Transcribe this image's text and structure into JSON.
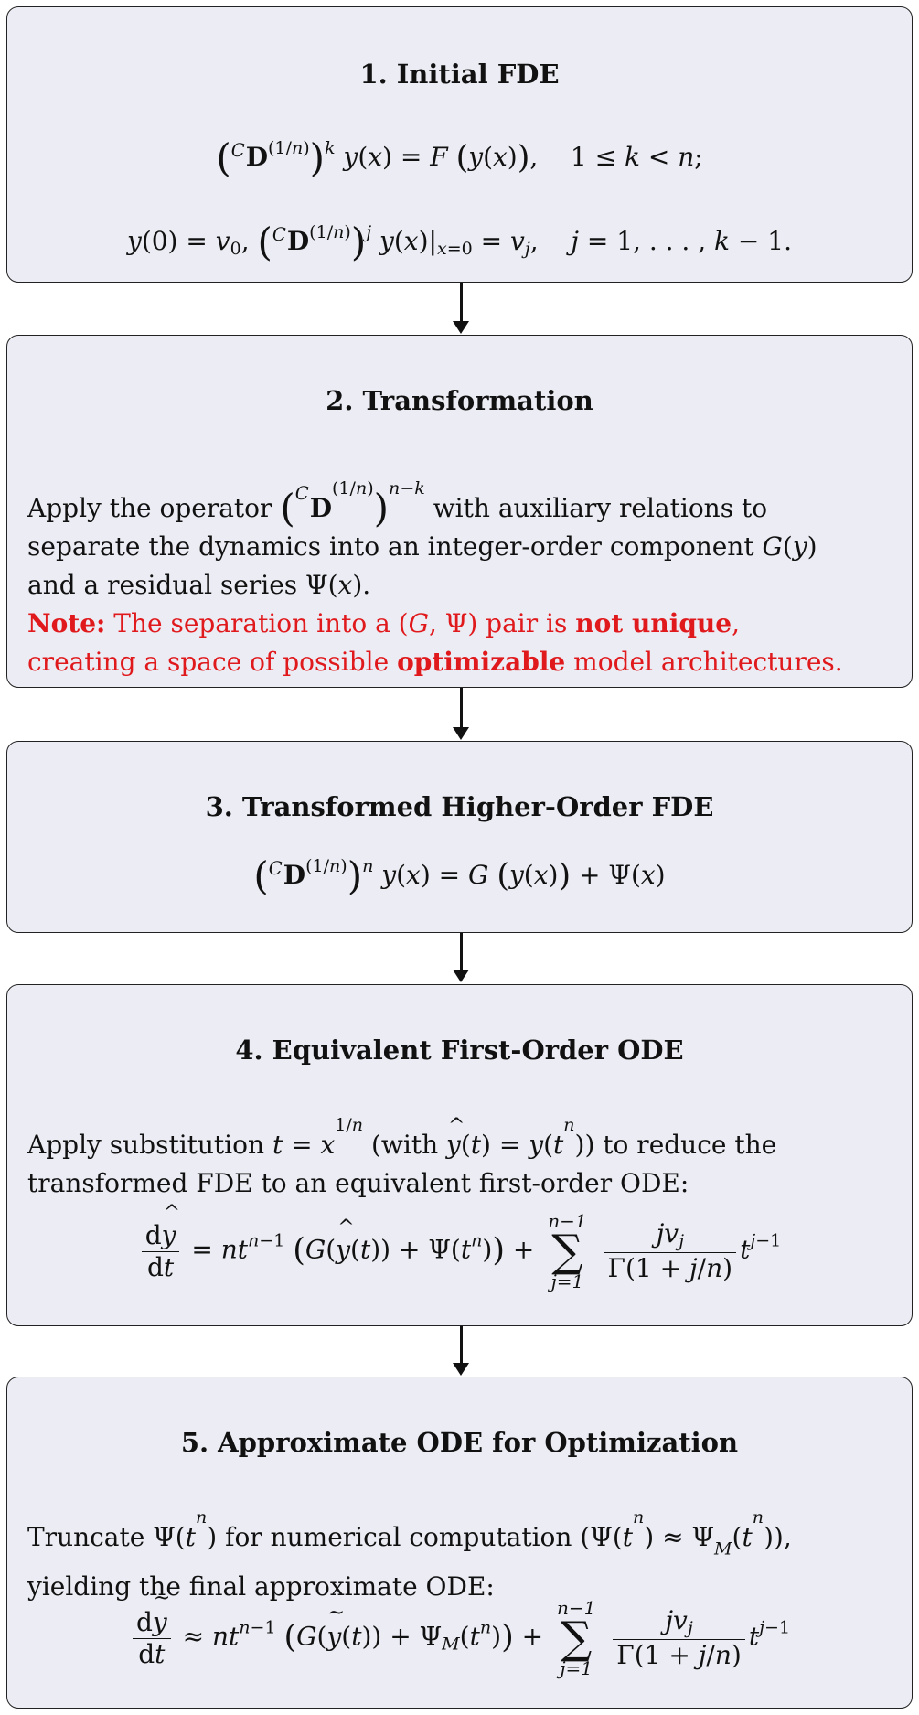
{
  "steps": [
    {
      "num": "1.",
      "title": "Initial FDE"
    },
    {
      "num": "2.",
      "title": "Transformation"
    },
    {
      "num": "3.",
      "title": "Transformed Higher-Order FDE"
    },
    {
      "num": "4.",
      "title": "Equivalent First-Order ODE"
    },
    {
      "num": "5.",
      "title": "Approximate ODE for Optimization"
    }
  ],
  "step2": {
    "text_a": "Apply the operator",
    "text_b": "with auxiliary relations to",
    "text_c": "separate the dynamics into an integer-order component",
    "text_d": "and a residual series",
    "note_label": "Note:",
    "note_a": "The separation into a",
    "note_b": "pair is",
    "note_strong1": "not unique",
    "note_c": ",",
    "note_d": "creating a space of possible",
    "note_strong2": "optimizable",
    "note_e": "model architectures."
  },
  "step4": {
    "text_a": "Apply substitution",
    "text_b": "(with",
    "text_c": ") to reduce the",
    "text_d": "transformed FDE to an equivalent first-order ODE:"
  },
  "step5": {
    "text_a": "Truncate",
    "text_b": "for numerical computation",
    "text_c": "yielding the final approximate ODE:"
  }
}
